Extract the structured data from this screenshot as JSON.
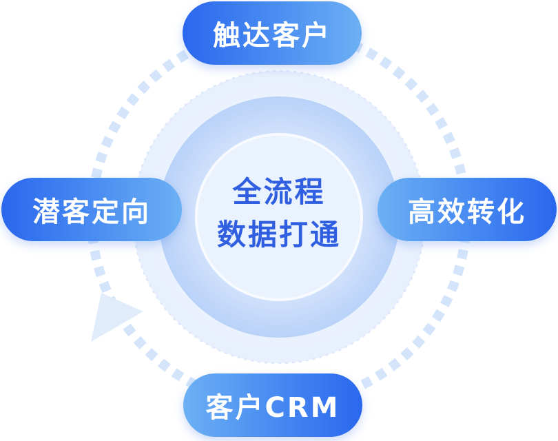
{
  "nodes": {
    "top": "触达客户",
    "left": "潜客定向",
    "right": "高效转化",
    "bottom": "客户CRM"
  },
  "center": {
    "line1": "全流程",
    "line2": "数据打通"
  },
  "colors": {
    "pill_dark": "#2a67ee",
    "pill_light": "#6cb0f4",
    "center_text": "#2f5ee0",
    "dash_ring": "#d3e4fb",
    "arrow": "#e1ecfb"
  }
}
